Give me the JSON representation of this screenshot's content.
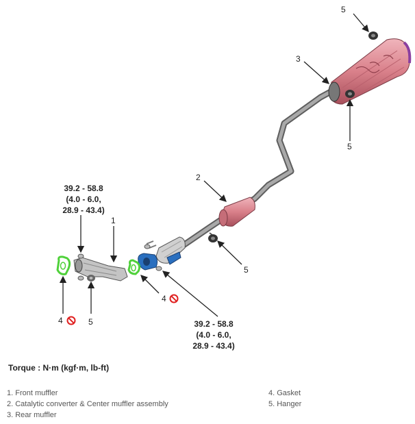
{
  "callouts": {
    "front_muffler": "1",
    "catalytic_converter": "2",
    "rear_muffler": "3",
    "gasket_left": "4",
    "gasket_right": "4",
    "hanger_top": "5",
    "hanger_rear_bottom": "5",
    "hanger_center": "5",
    "hanger_front": "5"
  },
  "torque_left": [
    "39.2 - 58.8",
    "(4.0 - 6.0,",
    "28.9 - 43.4)"
  ],
  "torque_right": [
    "39.2 - 58.8",
    "(4.0 - 6.0,",
    "28.9 - 43.4)"
  ],
  "torque_heading": "Torque : N·m (kgf·m, lb-ft)",
  "legend": {
    "left": [
      "1. Front muffler",
      "2. Catalytic converter & Center muffler assembly",
      "3. Rear muffler"
    ],
    "right": [
      "4. Gasket",
      "5. Hanger"
    ]
  },
  "colors": {
    "pipe": "#8c8c8c",
    "rear_muffler": "#d9808a",
    "center_muffler": "#d9808a",
    "flange": "#2a6fbf",
    "gasket": "#4fd13a",
    "no_reuse": "#e02020"
  },
  "icons": [
    "no-reuse-icon"
  ]
}
